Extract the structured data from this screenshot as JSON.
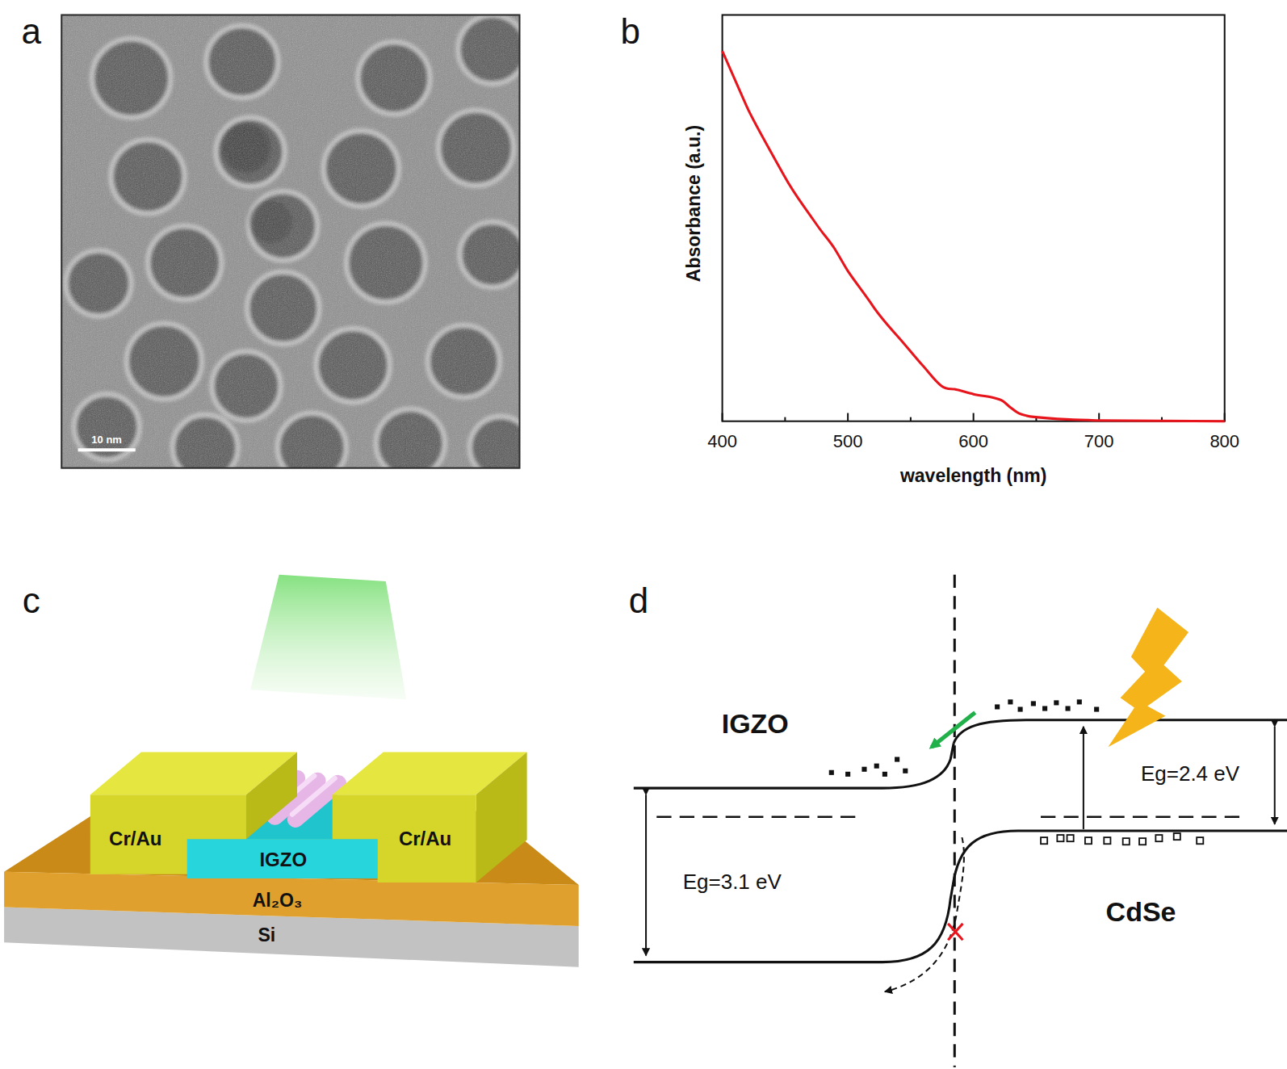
{
  "diagram": {
    "labels": [
      "a",
      "10 nm",
      "b",
      "Absorbance (a.u.)",
      "400",
      "500",
      "600",
      "700",
      "800",
      "wavelength (nm)",
      "c",
      "Cr/Au",
      "IGZO",
      "Cr/Au",
      "Al₂O₃",
      "Si",
      "d",
      "IGZO",
      "Eg=3.1 eV",
      "Eg=2.4 eV",
      "CdSe"
    ]
  }
}
